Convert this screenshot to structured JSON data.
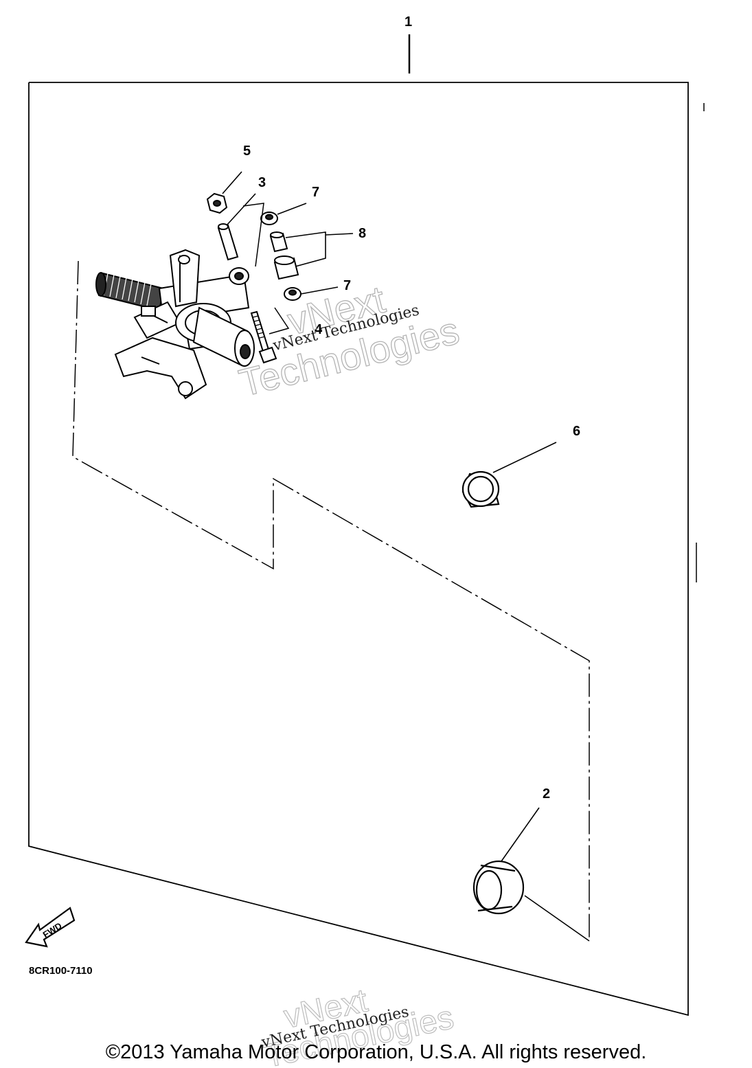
{
  "callouts": {
    "c1": "1",
    "c2": "2",
    "c3": "3",
    "c4": "4",
    "c5": "5",
    "c6": "6",
    "c7a": "7",
    "c7b": "7",
    "c8": "8"
  },
  "fwd_arrow": {
    "label": "FWD"
  },
  "diagram_code": "8CR100-7110",
  "watermark": {
    "line1": "vNext",
    "line2": "Technologies",
    "small": "vNext Technologies"
  },
  "copyright": "©2013 Yamaha Motor Corporation, U.S.A. All rights reserved."
}
